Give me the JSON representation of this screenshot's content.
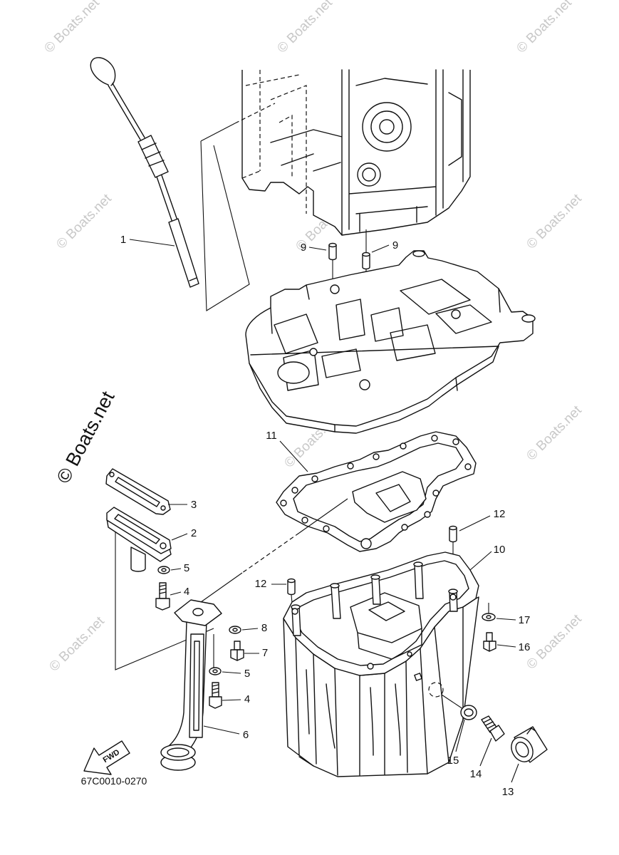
{
  "callouts": [
    "1",
    "9",
    "9",
    "11",
    "3",
    "2",
    "5",
    "4",
    "12",
    "10",
    "12",
    "8",
    "7",
    "5",
    "4",
    "6",
    "17",
    "16",
    "15",
    "14",
    "13"
  ],
  "part_code": "67C0010-0270",
  "fwd_label": "FWD",
  "watermark": "© Boats.net"
}
